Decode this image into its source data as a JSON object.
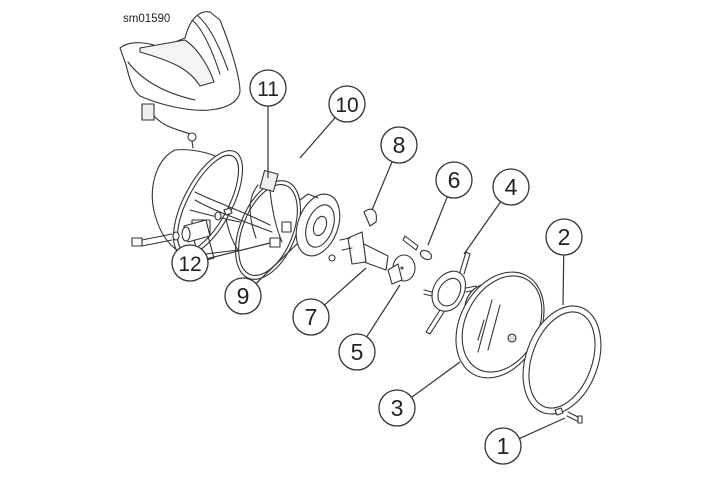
{
  "diagram": {
    "type": "exploded-parts-view",
    "subject": "headlamp-assembly",
    "reference_id": "sm01590",
    "colors": {
      "line": "#333333",
      "background": "#ffffff",
      "callout_fill": "#ffffff"
    },
    "callouts": [
      {
        "number": "1",
        "part": "screw"
      },
      {
        "number": "2",
        "part": "rim"
      },
      {
        "number": "3",
        "part": "light-unit"
      },
      {
        "number": "4",
        "part": "retaining-spider"
      },
      {
        "number": "5",
        "part": "pilot-bulb-holder"
      },
      {
        "number": "6",
        "part": "pilot-bulb"
      },
      {
        "number": "7",
        "part": "headlamp-bulb"
      },
      {
        "number": "8",
        "part": "bulb-clip"
      },
      {
        "number": "9",
        "part": "dust-cover"
      },
      {
        "number": "10",
        "part": "harness-grommet"
      },
      {
        "number": "11",
        "part": "harness-connector"
      },
      {
        "number": "12",
        "part": "mounting-bracket-hardware"
      }
    ]
  }
}
